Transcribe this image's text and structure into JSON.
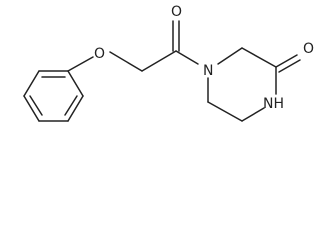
{
  "molecule": {
    "atoms": {
      "ether_oxygen": "O",
      "carbonyl_oxygen_acyl": "O",
      "amide_nitrogen": "N",
      "carbonyl_oxygen_ring": "O",
      "amine_nitrogen": "NH"
    },
    "colors": {
      "bond": "#222222",
      "label": "#222222",
      "background": "#ffffff"
    }
  }
}
